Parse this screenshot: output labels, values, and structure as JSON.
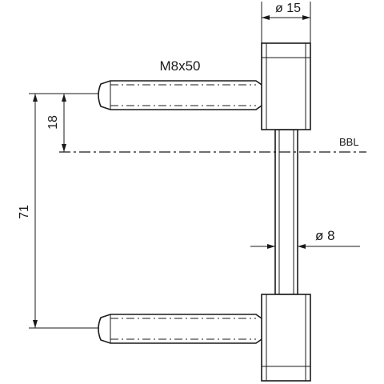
{
  "dimensions": {
    "head_diameter": "ø 15",
    "thread_spec": "M8x50",
    "offset_to_reference": "18",
    "pin_spacing": "71",
    "shaft_diameter": "ø 8"
  },
  "reference_line": {
    "label": "BBL"
  }
}
